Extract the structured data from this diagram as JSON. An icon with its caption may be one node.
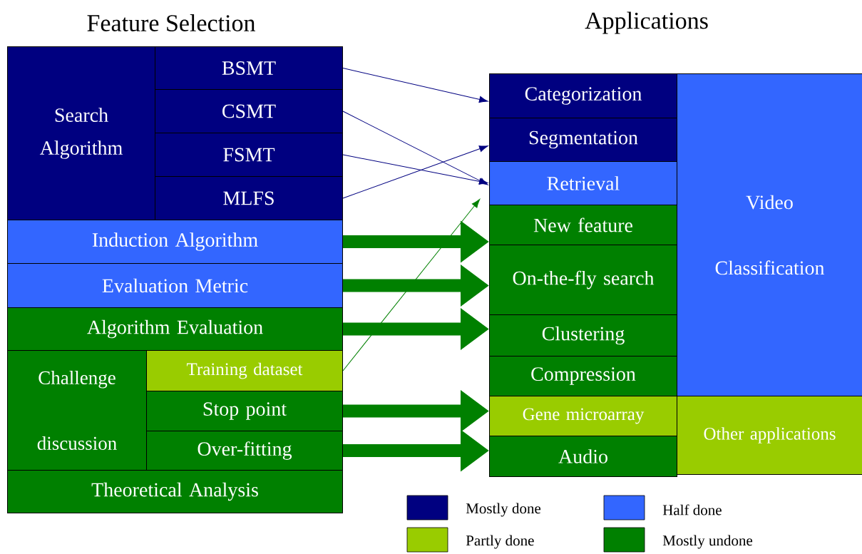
{
  "diagram": {
    "nodes": [
      {
        "text": [
          "Search Algorithm"
        ]
      },
      {
        "text": [
          "BSMT"
        ]
      },
      {
        "text": [
          "CSMT"
        ]
      },
      {
        "text": [
          "FSMT"
        ]
      },
      {
        "text": [
          "MLFS"
        ]
      },
      {
        "text": [
          "Induction Algorithm"
        ]
      },
      {
        "text": [
          "Evaluation Metric"
        ]
      },
      {
        "text": [
          "Algorithm Evaluation"
        ]
      },
      {
        "text": [
          "Challenge discussion"
        ]
      },
      {
        "text": [
          "Training dataset"
        ]
      },
      {
        "text": [
          "Stop point"
        ]
      },
      {
        "text": [
          "Over-fitting"
        ]
      },
      {
        "text": [
          "Theoretical Analysis"
        ]
      },
      {
        "text": [
          "Categorization"
        ]
      },
      {
        "text": [
          "Segmentation"
        ]
      },
      {
        "text": [
          "Retrieval"
        ]
      },
      {
        "text": [
          "New feature"
        ]
      },
      {
        "text": [
          "On-the-fly search"
        ]
      },
      {
        "text": [
          "Clustering"
        ]
      },
      {
        "text": [
          "Compression"
        ]
      },
      {
        "text": [
          "Gene microarray"
        ]
      },
      {
        "text": [
          "Audio"
        ]
      },
      {
        "text": [
          "Video Classification"
        ]
      },
      {
        "text": [
          "Other applications"
        ]
      }
    ],
    "edges": [
      {
        "from": 1,
        "to": 13,
        "arrow": "to",
        "color": "#000080"
      },
      {
        "from": 2,
        "to": 15,
        "arrow": "to",
        "color": "#000080"
      },
      {
        "from": 3,
        "to": 15,
        "arrow": "to",
        "color": "#000080"
      },
      {
        "from": 4,
        "to": 14,
        "arrow": "to",
        "color": "#000080"
      },
      {
        "from": 9,
        "to": 15,
        "arrow": "to"
      },
      {
        "from": 5,
        "to": 16,
        "arrow": "to",
        "style": "thick"
      },
      {
        "from": 6,
        "to": 17,
        "arrow": "to",
        "style": "thick"
      },
      {
        "from": 7,
        "to": 18,
        "arrow": "to",
        "style": "thick"
      },
      {
        "from": 10,
        "to": 20,
        "arrow": "to",
        "style": "thick"
      },
      {
        "from": 11,
        "to": 21,
        "arrow": "to",
        "style": "thick"
      }
    ],
    "labels": [
      "Feature Selection",
      "Applications"
    ],
    "legend": [
      {
        "text": "Mostly done",
        "color": "#000080"
      },
      {
        "text": "Half done",
        "color": "#3366ff"
      },
      {
        "text": "Partly done",
        "color": "#99cc00"
      },
      {
        "text": "Mostly undone",
        "color": "#008000"
      }
    ]
  }
}
